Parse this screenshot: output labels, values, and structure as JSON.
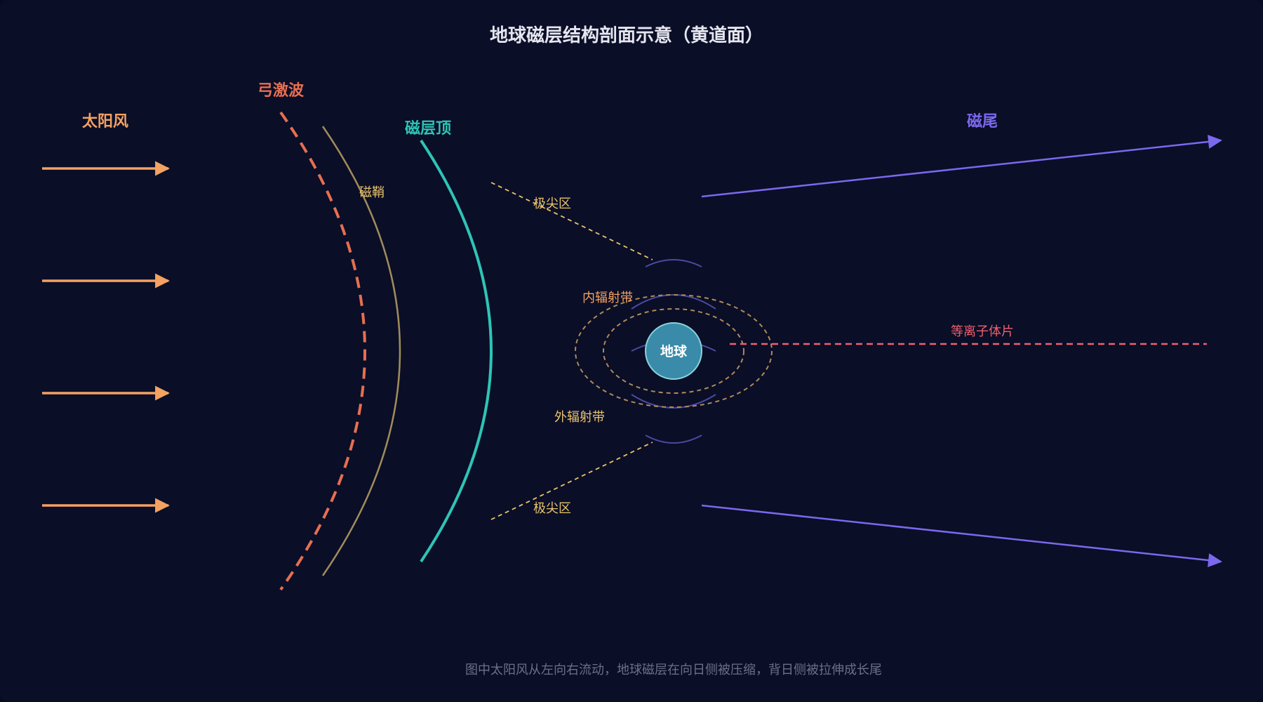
{
  "title": "地球磁层结构剖面示意（黄道面）",
  "labels": {
    "solar_wind": "太阳风",
    "bow_shock": "弓激波",
    "magnetosheath": "磁鞘",
    "magnetopause": "磁层顶",
    "magnetotail": "磁尾",
    "cusp_north": "极尖区",
    "cusp_south": "极尖区",
    "inner_belt": "内辐射带",
    "outer_belt": "外辐射带",
    "plasma_sheet": "等离子体片",
    "earth": "地球"
  },
  "caption": "图中太阳风从左向右流动，地球磁层在向日侧被压缩，背日侧被拉伸成长尾",
  "colors": {
    "background": "#0a0e27",
    "title": "#e6e6f0",
    "solar_wind": "#f4a261",
    "bow_shock": "#e76f51",
    "magnetosheath": "#a08c5b",
    "magnetopause": "#2ec4b6",
    "magnetotail": "#7b68ee",
    "cusp": "#e9c46a",
    "radiation_belt": "#b08a5a",
    "belt_label": "#f4a261",
    "outer_belt_label": "#e9c46a",
    "field_lines": "#4a4aa0",
    "plasma_sheet": "#ef5f6f",
    "earth_fill": "#3a8aaa",
    "earth_stroke": "#88d4d8",
    "caption": "#6b7089"
  }
}
